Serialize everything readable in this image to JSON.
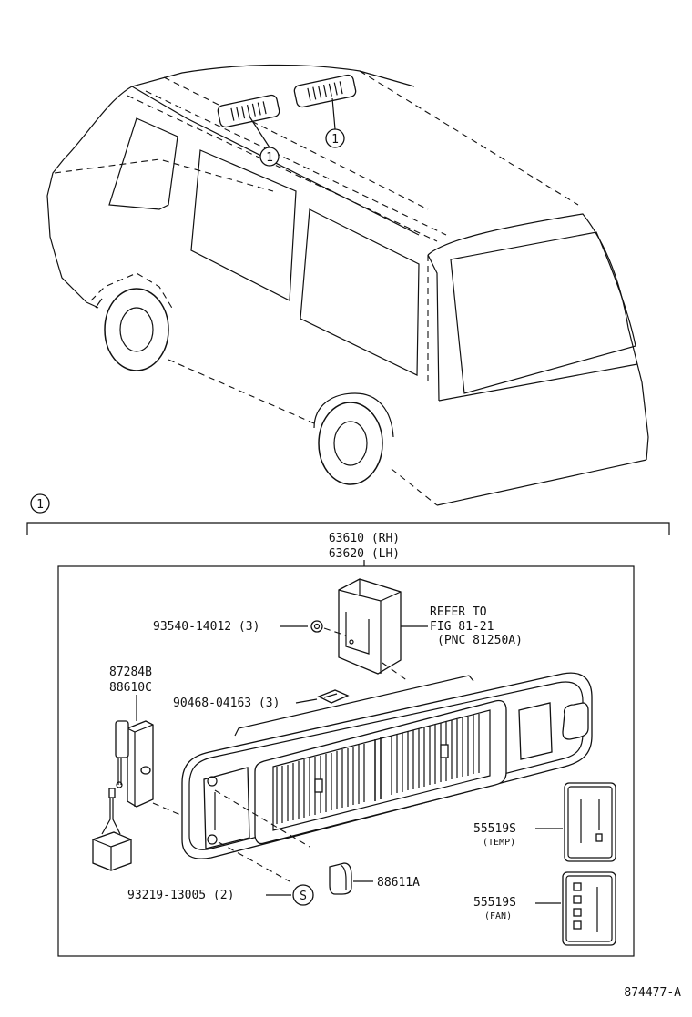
{
  "callout_number": "1",
  "section_marker": "1",
  "assembly": {
    "rh": "63610 (RH)",
    "lh": "63620 (LH)"
  },
  "refer": {
    "line1": "REFER TO",
    "line2": "FIG 81-21",
    "line3": "(PNC 81250A)"
  },
  "parts": {
    "screw": "93540-14012 (3)",
    "clip": "90468-04163 (3)",
    "switch_top": "87284B",
    "switch_bottom": "88610C",
    "screw2": "93219-13005 (2)",
    "screw2_symbol": "S",
    "knob": "88611A",
    "temp_num": "55519S",
    "temp_sub": "(TEMP)",
    "fan_num": "55519S",
    "fan_sub": "(FAN)"
  },
  "figure_id": "874477-A"
}
